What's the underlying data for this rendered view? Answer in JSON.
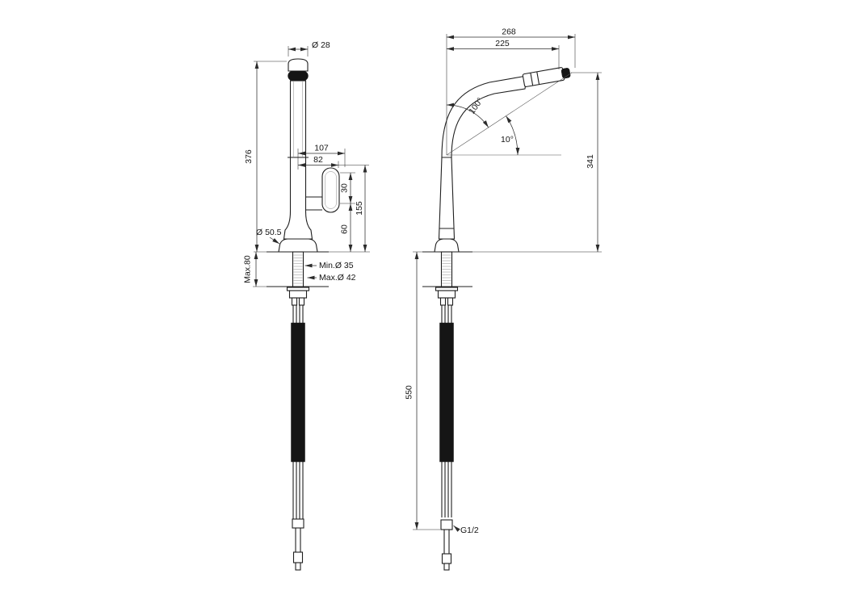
{
  "front_view": {
    "spout_diameter": "Ø 28",
    "total_height": "376",
    "handle_reach_107": "107",
    "handle_reach_82": "82",
    "handle_height_30": "30",
    "body_height_155": "155",
    "body_height_60": "60",
    "base_diameter": "Ø 50.5",
    "deck_thickness": "Max.80",
    "hole_min": "Min.Ø 35",
    "hole_max": "Max.Ø 42"
  },
  "side_view": {
    "total_reach_268": "268",
    "spout_reach_225": "225",
    "swivel_angle": "100°",
    "head_angle": "10°",
    "spout_height_341": "341",
    "hose_length_550": "550",
    "connection_thread": "G1/2"
  }
}
